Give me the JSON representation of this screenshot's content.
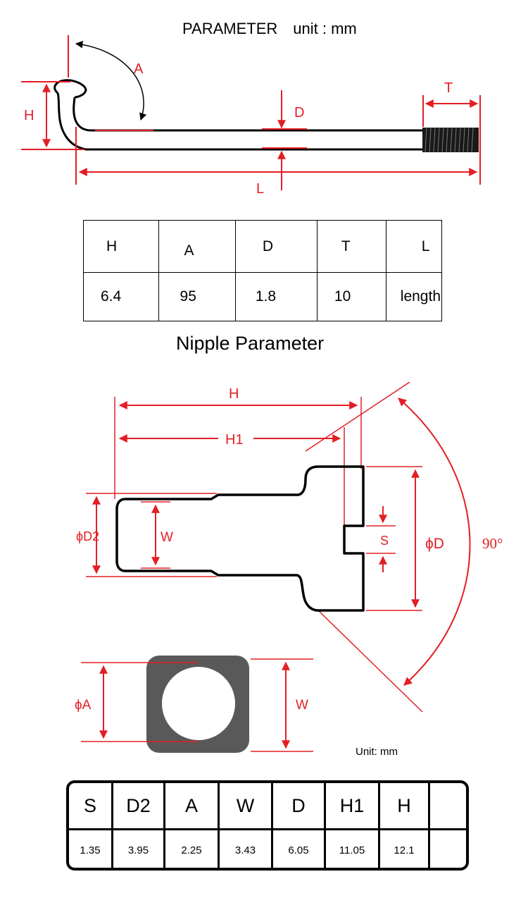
{
  "spoke": {
    "title": "PARAMETER",
    "unit": "unit : mm",
    "labels": {
      "A": "A",
      "H": "H",
      "D": "D",
      "T": "T",
      "L": "L"
    },
    "table": {
      "headers": [
        "H",
        "A",
        "D",
        "T",
        "L"
      ],
      "values": [
        "6.4",
        "95",
        "1.8",
        "10",
        "length"
      ]
    }
  },
  "nipple": {
    "title": "Nipple Parameter",
    "labels": {
      "H": "H",
      "H1": "H1",
      "D2": "ϕD2",
      "W": "W",
      "S": "S",
      "D": "ϕD",
      "angle": "90°"
    },
    "cross_section": {
      "A": "ϕA",
      "W": "W"
    },
    "unit": "Unit: mm",
    "table": {
      "headers": [
        "S",
        "D2",
        "A",
        "W",
        "D",
        "H1",
        "H",
        ""
      ],
      "values": [
        "1.35",
        "3.95",
        "2.25",
        "3.43",
        "6.05",
        "11.05",
        "12.1",
        ""
      ]
    }
  },
  "colors": {
    "dimension": "#e31e24",
    "outline": "#000000",
    "fill": "#595959"
  }
}
